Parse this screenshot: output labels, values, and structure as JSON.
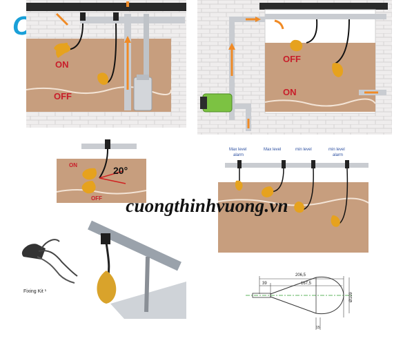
{
  "labels": {
    "panel1_on": "ON",
    "panel1_off": "OFF",
    "panel2_off": "OFF",
    "panel2_on": "ON",
    "angle_on": "ON",
    "angle_off": "OFF",
    "angle_value": "20°",
    "level_labels": [
      "Max level",
      "alarm",
      "Max level",
      "min level",
      "min level",
      "alarm"
    ],
    "fixing_kit": "Fixing Kit ¹",
    "dim_total": "206,5",
    "dim_body": "167,5",
    "dim_stem": "39",
    "dim_diameter": "Ø109",
    "dim_small": "15"
  },
  "watermark": "cuongthinhvuong.vn",
  "logo_text": "CTV",
  "colors": {
    "tank_fill": "#c79e7e",
    "brick": "#eceaea",
    "float": "#e6a21e",
    "pipe": "#c9ccd1",
    "arrow": "#f08a25",
    "label_red": "#c81e2a",
    "level_label": "#2c4fa0",
    "logo": "#1aa0d8"
  }
}
